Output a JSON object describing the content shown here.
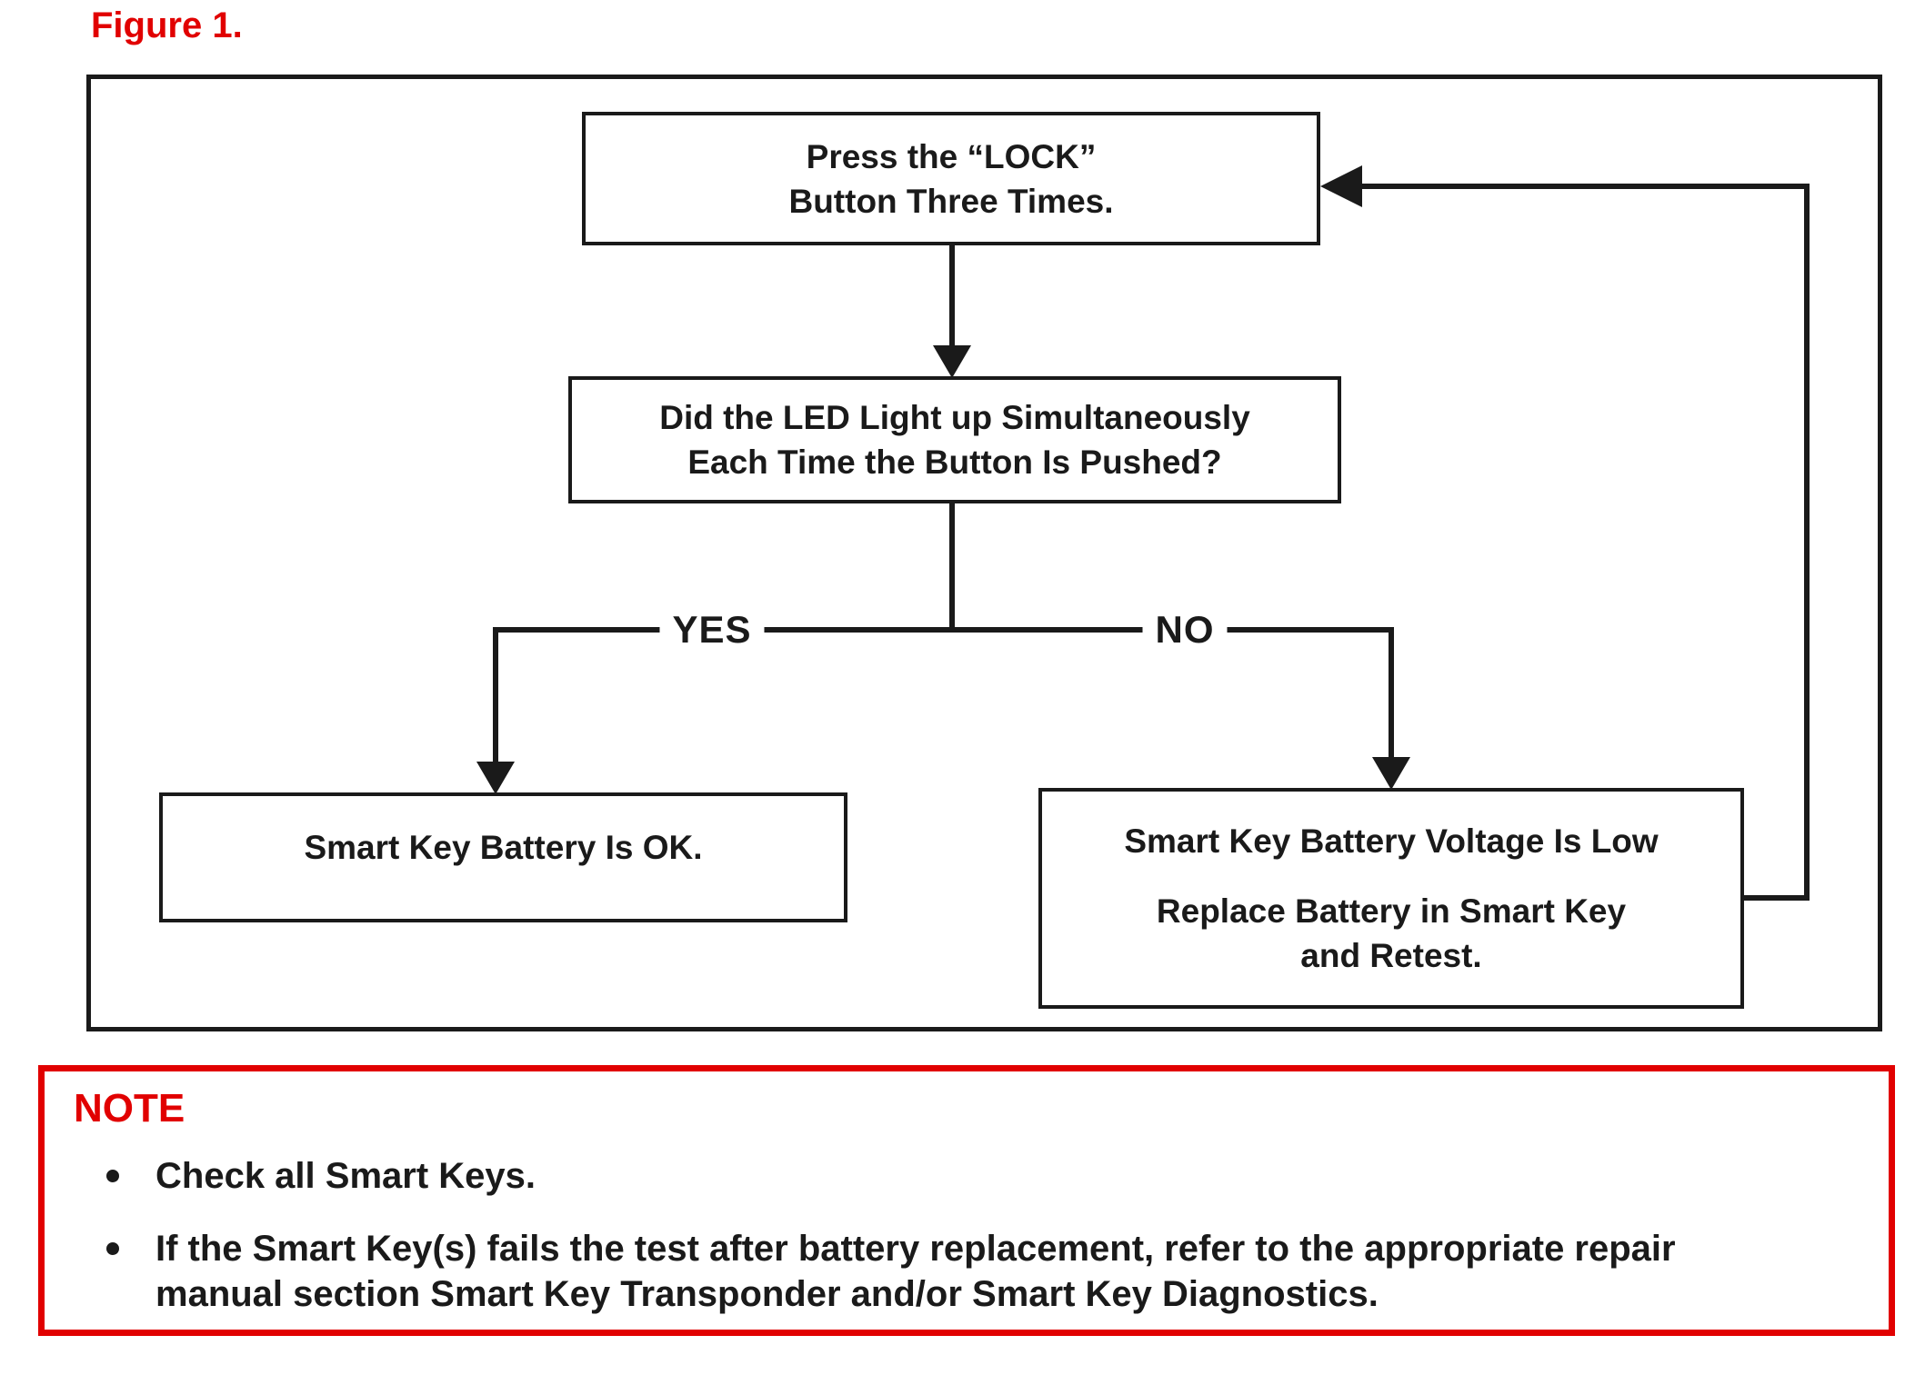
{
  "figure": {
    "label": "Figure 1."
  },
  "flowchart": {
    "node_press": {
      "line1": "Press the “LOCK”",
      "line2": "Button Three Times."
    },
    "node_question": {
      "line1": "Did the LED Light up Simultaneously",
      "line2": "Each Time the Button Is Pushed?"
    },
    "node_ok": {
      "line1": "Smart Key Battery Is OK."
    },
    "node_low": {
      "line1": "Smart Key Battery Voltage Is Low",
      "line2": "Replace Battery in Smart Key",
      "line3": "and Retest."
    },
    "branch_yes": "YES",
    "branch_no": "NO"
  },
  "note": {
    "heading": "NOTE",
    "bullets": [
      {
        "text": "Check all Smart Keys."
      },
      {
        "line1": "If the Smart Key(s) fails the test after battery replacement, refer to the appropriate repair",
        "line2": "manual section Smart Key Transponder and/or Smart Key Diagnostics."
      }
    ]
  },
  "colors": {
    "accent_red": "#e10000",
    "diagram_black": "#1a1a1a",
    "background": "#ffffff"
  }
}
